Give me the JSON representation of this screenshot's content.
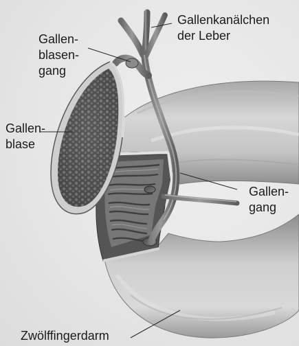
{
  "labels": {
    "bile_ducts_liver": "Gallenkanälchen\nder Leber",
    "cystic_duct": "Gallen-\nblasen-\ngang",
    "gallbladder": "Gallen-\nblase",
    "bile_duct": "Gallen-\ngang",
    "duodenum": "Zwölffingerdarm"
  },
  "colors": {
    "label_text": "#1b1b1b",
    "leader_line": "#2a2a2a",
    "tissue_dark": "#5a5a5a",
    "tissue_light": "#d8d8d8"
  }
}
